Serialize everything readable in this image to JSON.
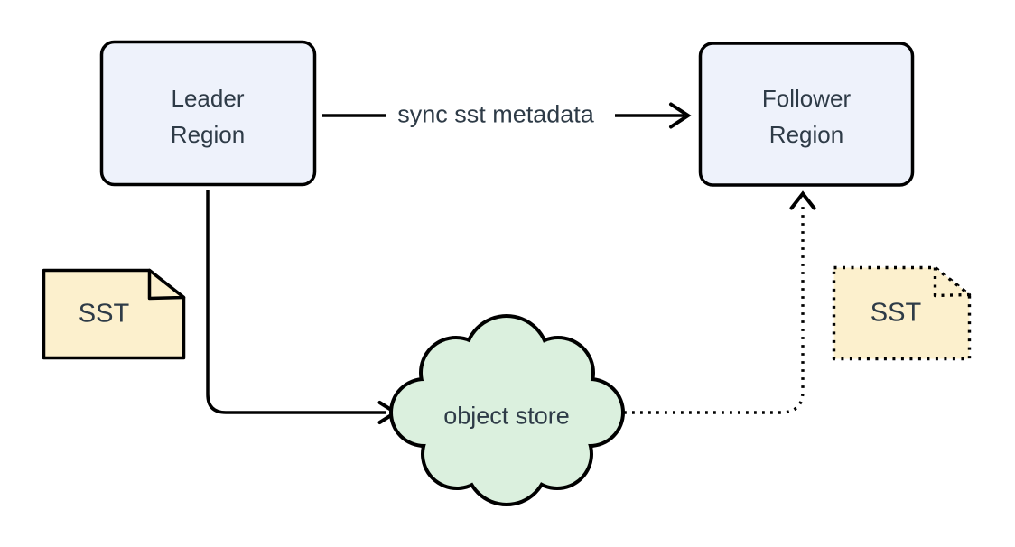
{
  "diagram": {
    "type": "flow-diagram",
    "colors": {
      "background": "#ffffff",
      "region_fill": "#eef2fb",
      "sst_fill": "#fcf0cd",
      "cloud_fill": "#dbf0de",
      "stroke": "#000000",
      "text": "#2e3b47"
    },
    "nodes": {
      "leader_region": {
        "line1": "Leader",
        "line2": "Region",
        "shape": "rounded-rectangle"
      },
      "follower_region": {
        "line1": "Follower",
        "line2": "Region",
        "shape": "rounded-rectangle"
      },
      "sst_source": {
        "label": "SST",
        "shape": "document-folded-corner",
        "border": "solid"
      },
      "sst_replica": {
        "label": "SST",
        "shape": "document-folded-corner",
        "border": "dotted"
      },
      "object_store": {
        "label": "object store",
        "shape": "cloud"
      }
    },
    "edges": {
      "sync_metadata": {
        "label": "sync sst metadata",
        "from": "leader_region",
        "to": "follower_region",
        "style": "solid"
      },
      "upload_sst": {
        "from": "leader_region",
        "to": "object_store",
        "style": "solid"
      },
      "fetch_sst": {
        "from": "object_store",
        "to": "follower_region",
        "style": "dotted"
      }
    }
  }
}
